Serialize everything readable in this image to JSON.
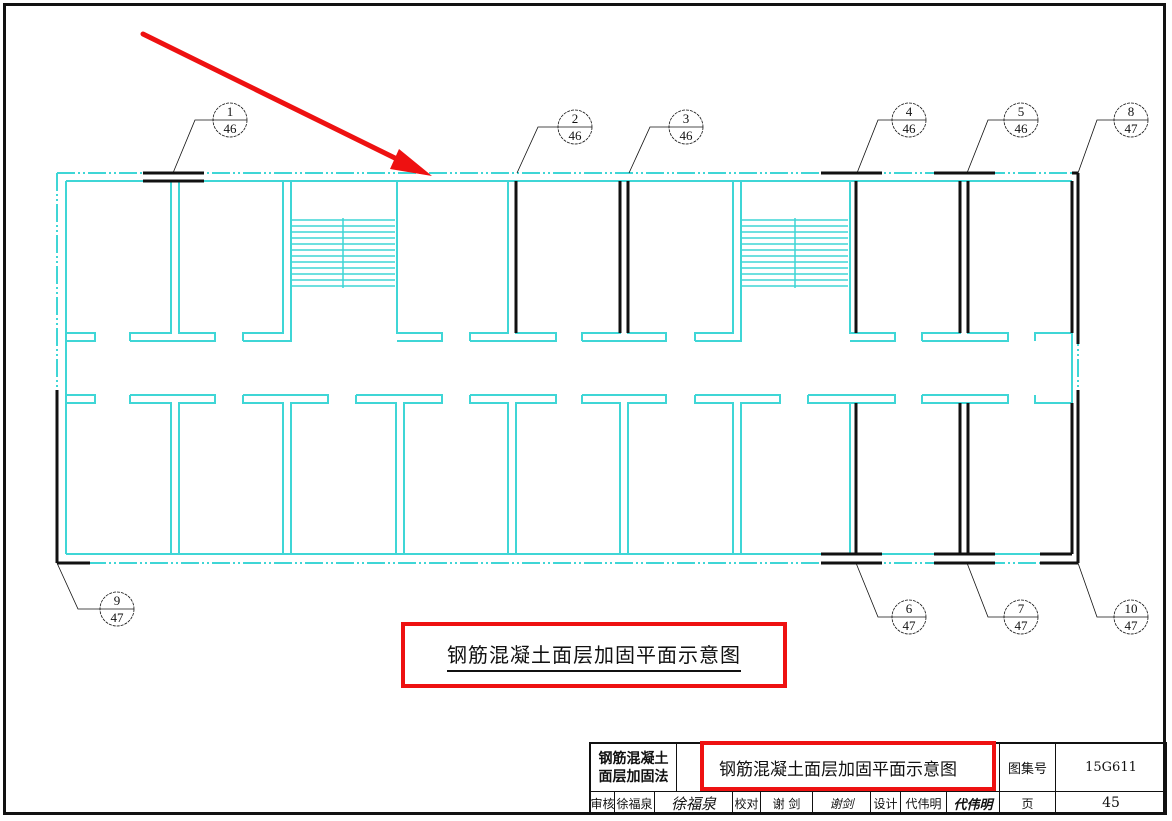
{
  "drawing": {
    "plan_title": "钢筋混凝土面层加固平面示意图",
    "callouts": [
      {
        "id": "1",
        "sheet": "46"
      },
      {
        "id": "2",
        "sheet": "46"
      },
      {
        "id": "3",
        "sheet": "46"
      },
      {
        "id": "4",
        "sheet": "46"
      },
      {
        "id": "5",
        "sheet": "46"
      },
      {
        "id": "8",
        "sheet": "47"
      },
      {
        "id": "9",
        "sheet": "47"
      },
      {
        "id": "6",
        "sheet": "47"
      },
      {
        "id": "7",
        "sheet": "47"
      },
      {
        "id": "10",
        "sheet": "47"
      }
    ],
    "colors": {
      "wall_lines": "#3fd6d6",
      "reinforced_walls": "#111111",
      "annotation_red": "#ee1111",
      "frame": "#111111"
    }
  },
  "title_block": {
    "category_line1": "钢筋混凝土",
    "category_line2": "面层加固法",
    "drawing_name": "钢筋混凝土面层加固平面示意图",
    "atlas_label": "图集号",
    "atlas_value": "15G611",
    "review_label": "审核",
    "review_name": "徐福泉",
    "review_sign": "徐福泉",
    "check_label": "校对",
    "check_name": "谢 剑",
    "check_sign": "谢剑",
    "design_label": "设计",
    "design_name": "代伟明",
    "design_sign": "代伟明",
    "page_label": "页",
    "page_value": "45"
  }
}
